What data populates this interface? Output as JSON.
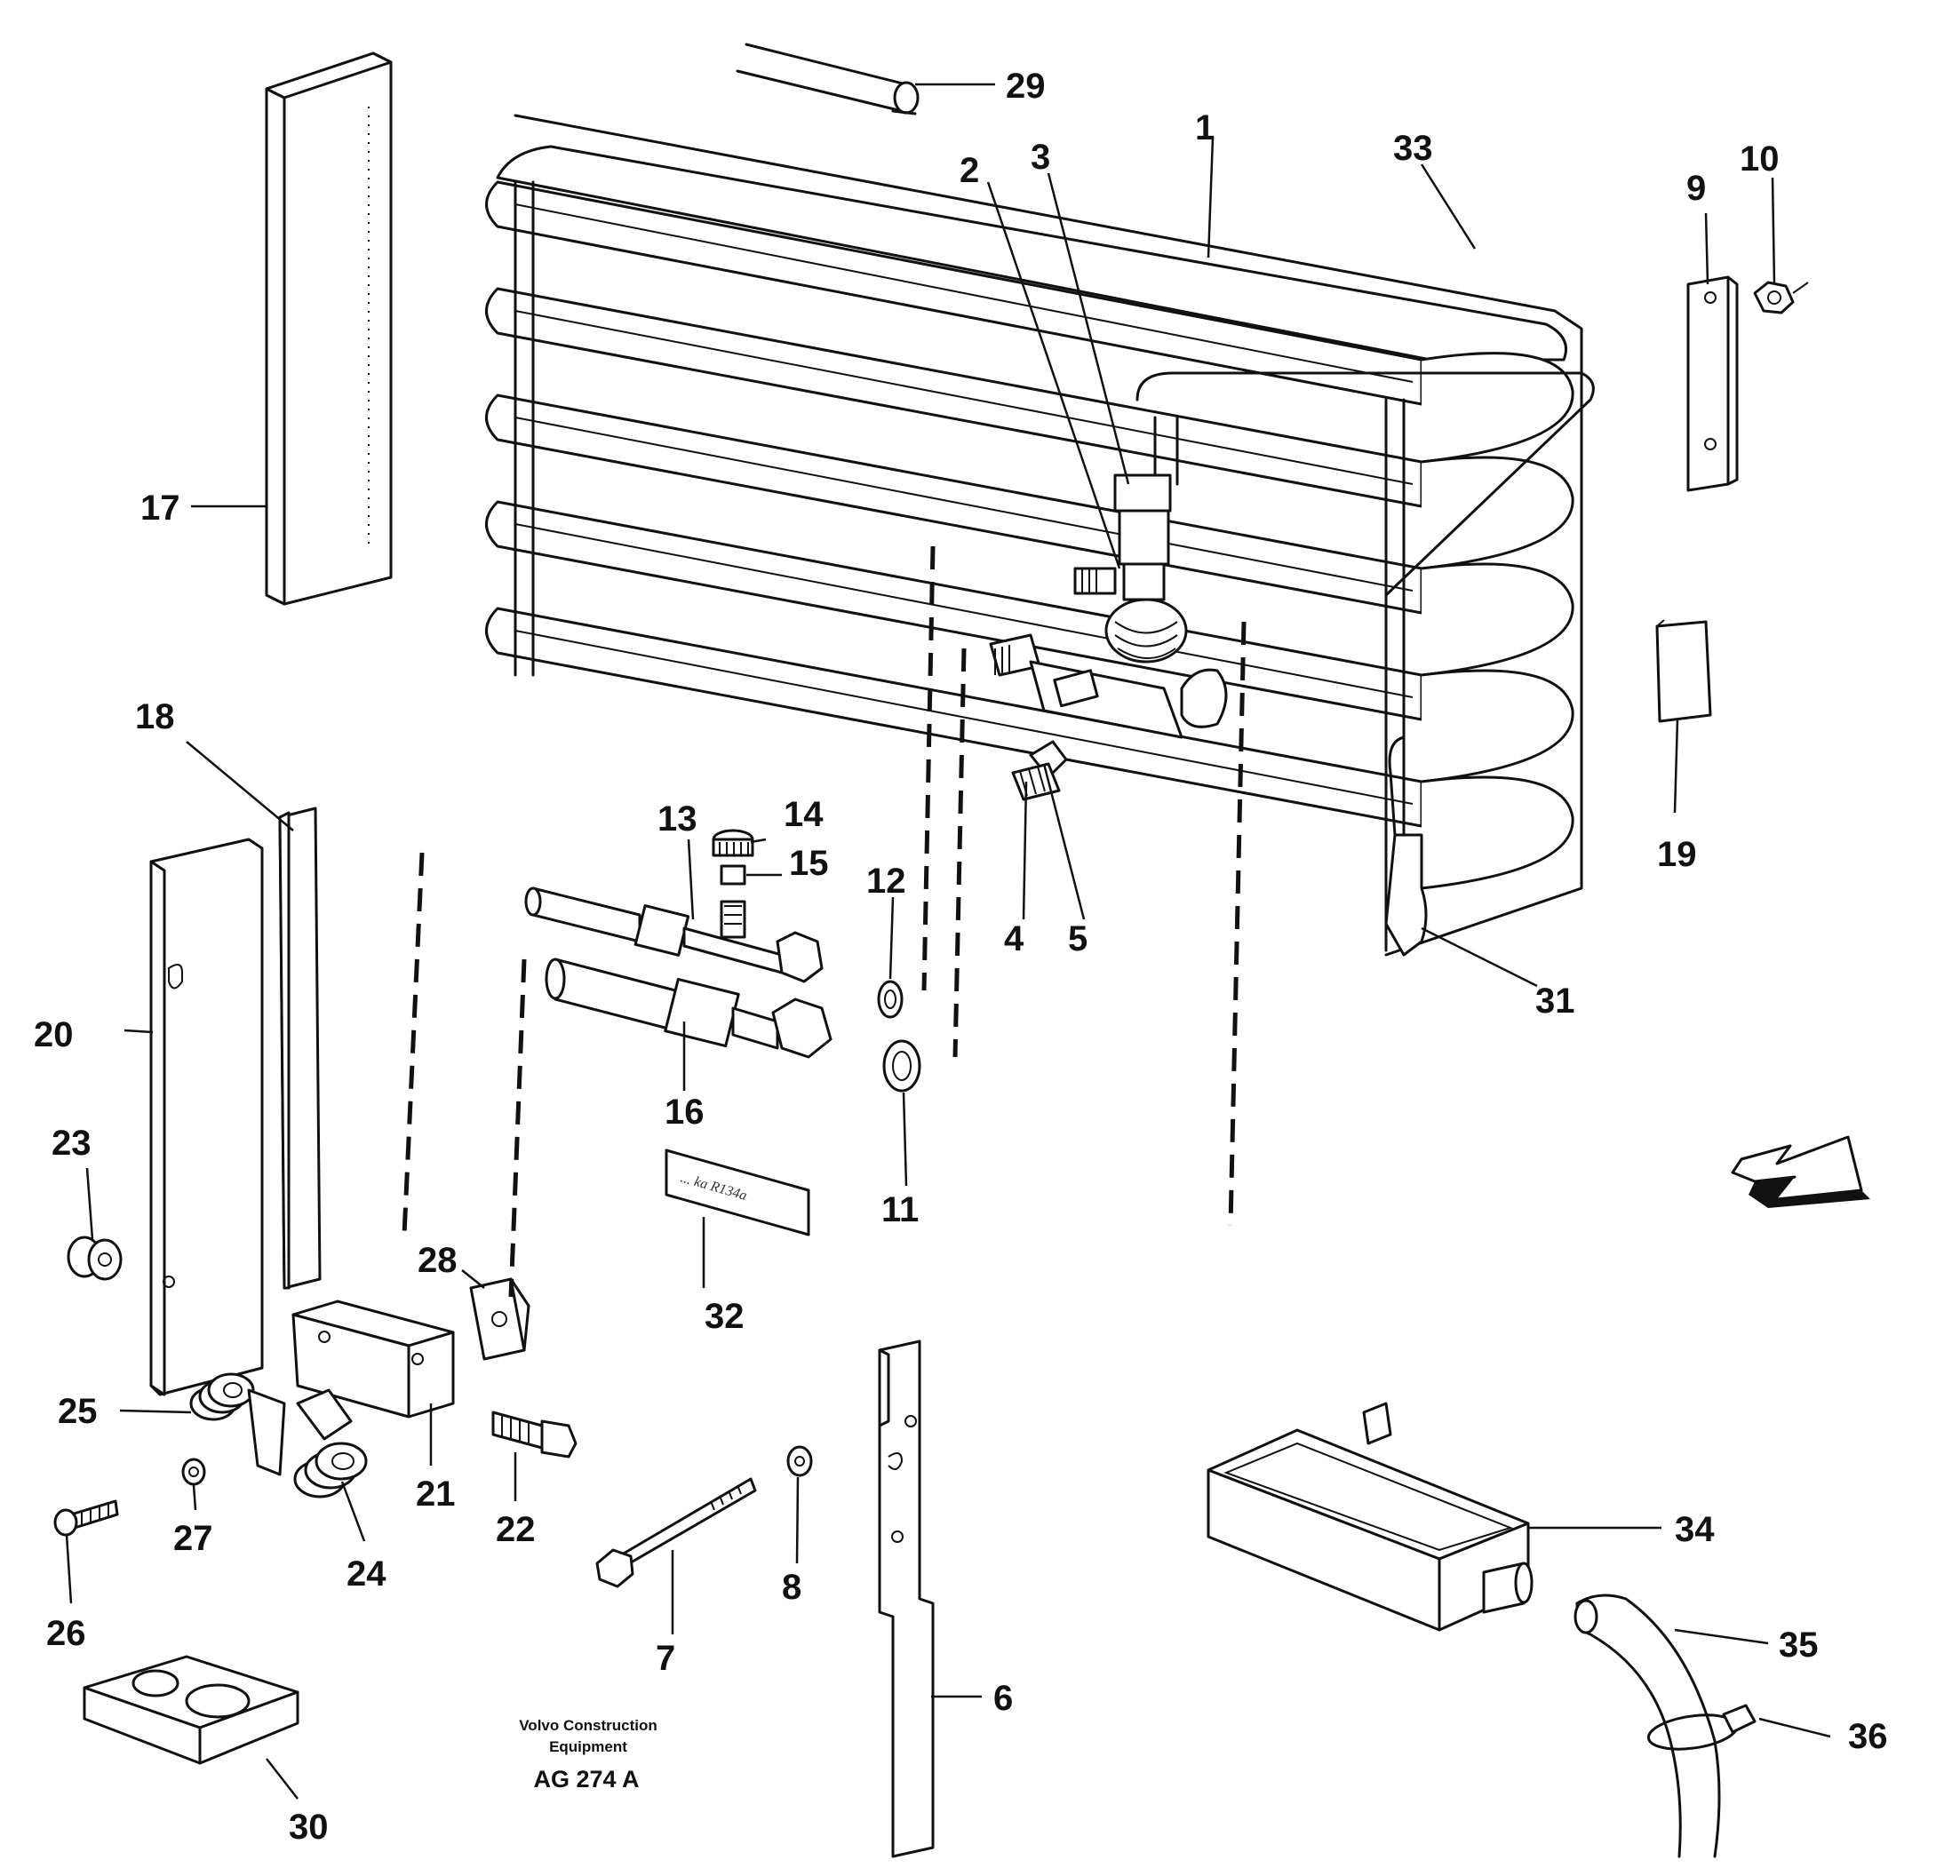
{
  "callouts": [
    {
      "id": "1",
      "text": "1"
    },
    {
      "id": "2",
      "text": "2"
    },
    {
      "id": "3",
      "text": "3"
    },
    {
      "id": "4",
      "text": "4"
    },
    {
      "id": "5",
      "text": "5"
    },
    {
      "id": "6",
      "text": "6"
    },
    {
      "id": "7",
      "text": "7"
    },
    {
      "id": "8",
      "text": "8"
    },
    {
      "id": "9",
      "text": "9"
    },
    {
      "id": "10",
      "text": "10"
    },
    {
      "id": "11",
      "text": "11"
    },
    {
      "id": "12",
      "text": "12"
    },
    {
      "id": "13",
      "text": "13"
    },
    {
      "id": "14",
      "text": "14"
    },
    {
      "id": "15",
      "text": "15"
    },
    {
      "id": "16",
      "text": "16"
    },
    {
      "id": "17",
      "text": "17"
    },
    {
      "id": "18",
      "text": "18"
    },
    {
      "id": "19",
      "text": "19"
    },
    {
      "id": "20",
      "text": "20"
    },
    {
      "id": "21",
      "text": "21"
    },
    {
      "id": "22",
      "text": "22"
    },
    {
      "id": "23",
      "text": "23"
    },
    {
      "id": "24",
      "text": "24"
    },
    {
      "id": "25",
      "text": "25"
    },
    {
      "id": "26",
      "text": "26"
    },
    {
      "id": "27",
      "text": "27"
    },
    {
      "id": "28",
      "text": "28"
    },
    {
      "id": "29",
      "text": "29"
    },
    {
      "id": "30",
      "text": "30"
    },
    {
      "id": "31",
      "text": "31"
    },
    {
      "id": "32",
      "text": "32"
    },
    {
      "id": "33",
      "text": "33"
    },
    {
      "id": "34",
      "text": "34"
    },
    {
      "id": "35",
      "text": "35"
    },
    {
      "id": "36",
      "text": "36"
    }
  ],
  "footer": {
    "company_line1": "Volvo Construction",
    "company_line2": "Equipment",
    "drawing_code": "AG 274 A"
  },
  "label_tag": "... ka R134a",
  "direction_arrow_icon": "forward-arrow-icon"
}
